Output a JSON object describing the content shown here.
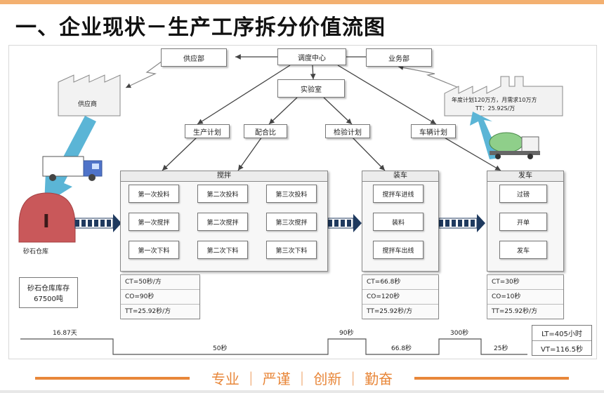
{
  "page_title": "一、企业现状－生产工序拆分价值流图",
  "nodes": {
    "supply_dept": "供应部",
    "dispatch_center": "调度中心",
    "business_dept": "业务部",
    "lab": "实验室",
    "supplier": "供应商",
    "customer_line1": "年度计划120万方，月需求10万方",
    "customer_line2": "TT：25.92S/万",
    "plan_production": "生产计划",
    "plan_mix": "配合比",
    "plan_inspection": "检验计划",
    "plan_vehicle": "车辆计划",
    "warehouse_label": "砂石仓库",
    "warehouse_marker": "I",
    "inventory_line1": "砂石仓库库存",
    "inventory_line2": "67500吨"
  },
  "processes": {
    "mixing": {
      "title": "搅拌",
      "col1": [
        "第一次投料",
        "第一次搅拌",
        "第一次下料"
      ],
      "col2": [
        "第二次投料",
        "第二次搅拌",
        "第二次下料"
      ],
      "col3": [
        "第三次投料",
        "第三次搅拌",
        "第三次下料"
      ],
      "data": [
        "CT=50秒/方",
        "CO=90秒",
        "TT=25.92秒/方"
      ]
    },
    "loading": {
      "title": "装车",
      "steps": [
        "搅拌车进线",
        "装料",
        "搅拌车出线"
      ],
      "data": [
        "CT=66.8秒",
        "CO=120秒",
        "TT=25.92秒/方"
      ]
    },
    "shipping": {
      "title": "发车",
      "steps": [
        "过磅",
        "开单",
        "发车"
      ],
      "data": [
        "CT=30秒",
        "CO=10秒",
        "TT=25.92秒/方"
      ]
    }
  },
  "timeline": {
    "wait1": "16.87天",
    "proc1": "50秒",
    "wait2": "90秒",
    "proc2": "66.8秒",
    "wait3": "300秒",
    "proc3": "25秒",
    "lt": "LT=405小时",
    "vt": "VT=116.5秒"
  },
  "footer": {
    "slogan": "专业 ｜ 严谨 ｜ 创新 ｜ 勤奋"
  },
  "colors": {
    "accent_orange": "#e8873a",
    "arrow_blue": "#5bb5d6",
    "push_arrow_navy": "#1f3a5f",
    "warehouse_red": "#c9585a"
  }
}
